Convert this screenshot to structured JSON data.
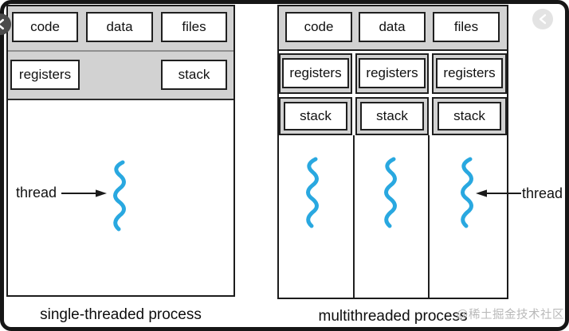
{
  "left_process": {
    "memory_boxes": [
      "code",
      "data",
      "files"
    ],
    "register_box": "registers",
    "stack_box": "stack",
    "thread_label": "thread",
    "caption": "single-threaded process"
  },
  "right_process": {
    "memory_boxes": [
      "code",
      "data",
      "files"
    ],
    "register_boxes": [
      "registers",
      "registers",
      "registers"
    ],
    "stack_boxes": [
      "stack",
      "stack",
      "stack"
    ],
    "thread_label": "thread",
    "caption": "multithreaded process"
  },
  "watermark": "@稀土掘金技术社区",
  "icons": {
    "left_nav": "chevron-left",
    "top_right_nav": "chevron-left"
  },
  "colors": {
    "thread_blue": "#29a8e0",
    "band_gray": "#d2d2d2",
    "outline_black": "#1c1c1c",
    "watermark_gray": "#b9b9b9"
  }
}
